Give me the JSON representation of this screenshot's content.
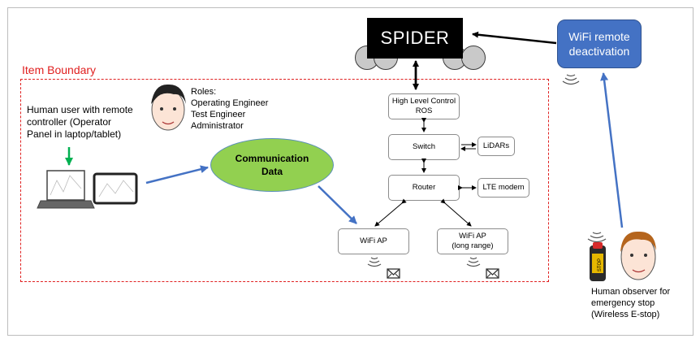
{
  "boundary_label": "Item Boundary",
  "spider_label": "SPIDER",
  "wifi_remote": {
    "line1": "WiFi remote",
    "line2": "deactivation"
  },
  "user": {
    "line1": "Human user with remote",
    "line2": "controller (Operator",
    "line3": "Panel in laptop/tablet)"
  },
  "roles": {
    "title": "Roles:",
    "items": [
      "Operating Engineer",
      "Test Engineer",
      "Administrator"
    ]
  },
  "comm": {
    "line1": "Communication",
    "line2": "Data"
  },
  "boxes": {
    "hlc": {
      "line1": "High Level Control",
      "line2": "ROS"
    },
    "switch": "Switch",
    "lidars": "LiDARs",
    "router": "Router",
    "lte": "LTE modem",
    "wifi_ap": "WiFi AP",
    "wifi_ap_long": {
      "line1": "WiFi AP",
      "line2": "(long range)"
    }
  },
  "estop_button_label": "STOP",
  "observer": {
    "line1": "Human observer for",
    "line2": "emergency stop",
    "line3": "(Wireless E-stop)"
  },
  "colors": {
    "boundary": "#e02020",
    "wifi_remote": "#4472c4",
    "comm": "#92d050",
    "arrow_blue": "#4472c4",
    "arrow_green": "#00b050"
  },
  "icons": [
    "laptop-icon",
    "tablet-icon",
    "face-icon",
    "wifi-signal-icon",
    "envelope-icon",
    "estop-remote-icon"
  ]
}
